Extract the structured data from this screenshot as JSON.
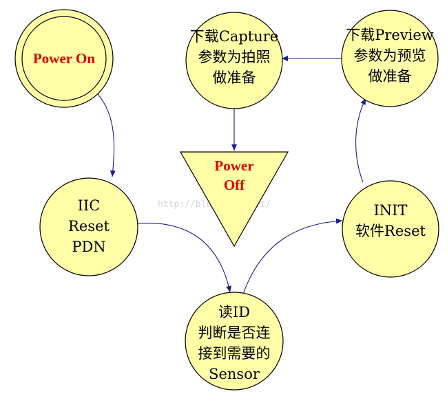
{
  "colors": {
    "node_fill": "#FFFFA8",
    "node_stroke": "#000000",
    "edge": "#1a1a8c",
    "alert_text": "#e00000"
  },
  "watermark": "http://blog.csdn.net/",
  "nodes": {
    "power_on": {
      "label": "Power On"
    },
    "capture": {
      "line1": "下载Capture",
      "line2": "参数为拍照",
      "line3": "做准备"
    },
    "preview": {
      "line1": "下载Preview",
      "line2": "参数为预览",
      "line3": "做准备"
    },
    "power_off": {
      "line1": "Power",
      "line2": "Off"
    },
    "iic_reset": {
      "line1": "IIC",
      "line2": "Reset",
      "line3": "PDN"
    },
    "init_reset": {
      "line1": "INIT",
      "line2": "软件Reset"
    },
    "read_id": {
      "line1": "读ID",
      "line2": "判断是否连",
      "line3": "接到需要的",
      "line4": "Sensor"
    }
  },
  "edges": [
    {
      "from": "power_on",
      "to": "iic_reset"
    },
    {
      "from": "iic_reset",
      "to": "read_id"
    },
    {
      "from": "read_id",
      "to": "init_reset"
    },
    {
      "from": "init_reset",
      "to": "preview"
    },
    {
      "from": "preview",
      "to": "capture"
    },
    {
      "from": "capture",
      "to": "power_off"
    }
  ]
}
